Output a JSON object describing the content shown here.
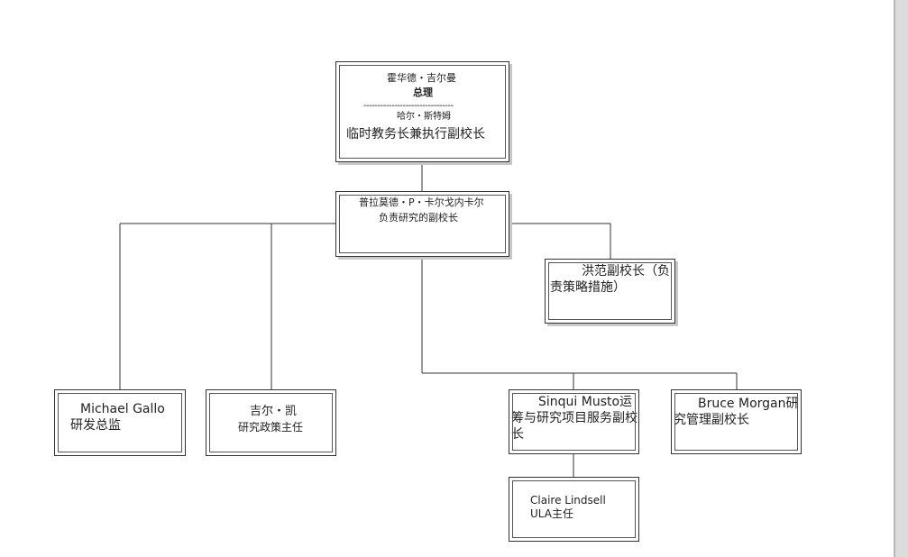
{
  "org_chart": {
    "top": {
      "name": "霍华德・吉尔曼",
      "title": "总理",
      "separator": "--------------------------------",
      "sub_name": "哈尔・斯特姆",
      "sub_title": "临时教务长兼执行副校长"
    },
    "research_vp": {
      "name": "普拉莫德・P・卡尔戈内卡尔",
      "title": "负责研究的副校长"
    },
    "strategy_vp": {
      "text": "洪范副校长（负责策略措施）"
    },
    "rd_director": {
      "name": "Michael Gallo",
      "title": "研发总监"
    },
    "policy_director": {
      "name": "吉尔・凯",
      "title": "研究政策主任"
    },
    "services_vp": {
      "text": "Sinqui Musto运筹与研究项目服务副校长"
    },
    "admin_vp": {
      "text": "Bruce Morgan研究管理副校长"
    },
    "ula_director": {
      "name": "Claire Lindsell",
      "title": "ULA主任"
    }
  }
}
